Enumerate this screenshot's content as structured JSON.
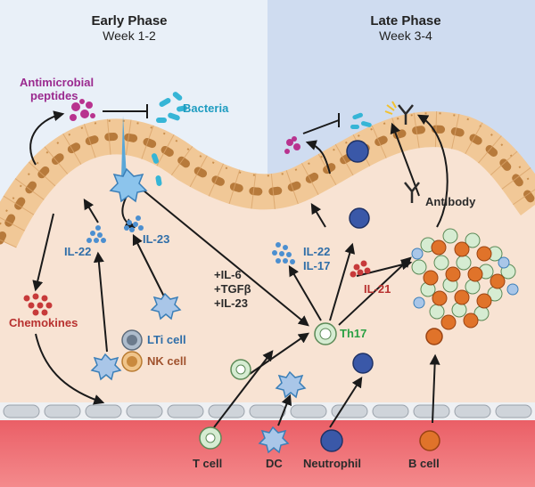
{
  "phases": {
    "early": {
      "title": "Early Phase",
      "subtitle": "Week 1-2"
    },
    "late": {
      "title": "Late Phase",
      "subtitle": "Week 3-4"
    }
  },
  "labels": {
    "antimicrobial_line1": "Antimicrobial",
    "antimicrobial_line2": "peptides",
    "bacteria": "Bacteria",
    "il23": "IL-23",
    "il22_early": "IL-22",
    "chemokines": "Chemokines",
    "lti_cell": "LTi cell",
    "nk_cell": "NK cell",
    "cytokine_il6": "+IL-6",
    "cytokine_tgfb": "+TGFβ",
    "cytokine_il23": "+IL-23",
    "th17": "Th17",
    "il22_late": "IL-22",
    "il17_late": "IL-17",
    "il21": "IL-21",
    "antibody": "Antibody"
  },
  "bottom_labels": [
    "T cell",
    "DC",
    "Neutrophil",
    "B cell"
  ],
  "colors": {
    "early_bg": "#e9f0f8",
    "late_bg": "#cfdcf0",
    "tissue": "#f8e3d3",
    "epithelium": "#f5cfa0",
    "nucleus": "#c9893e",
    "vessel": "#e85b63",
    "vessel_wall": "#dfe2e6",
    "t_cell": "#d6ecd2",
    "dc": "#a9c6e8",
    "neutrophil": "#3a58a8",
    "b_cell": "#e0732a",
    "peptide": "#b8338f",
    "bacteria": "#36b5d6",
    "chemokine": "#c73a3a",
    "cytokine": "#4c8fd0"
  }
}
